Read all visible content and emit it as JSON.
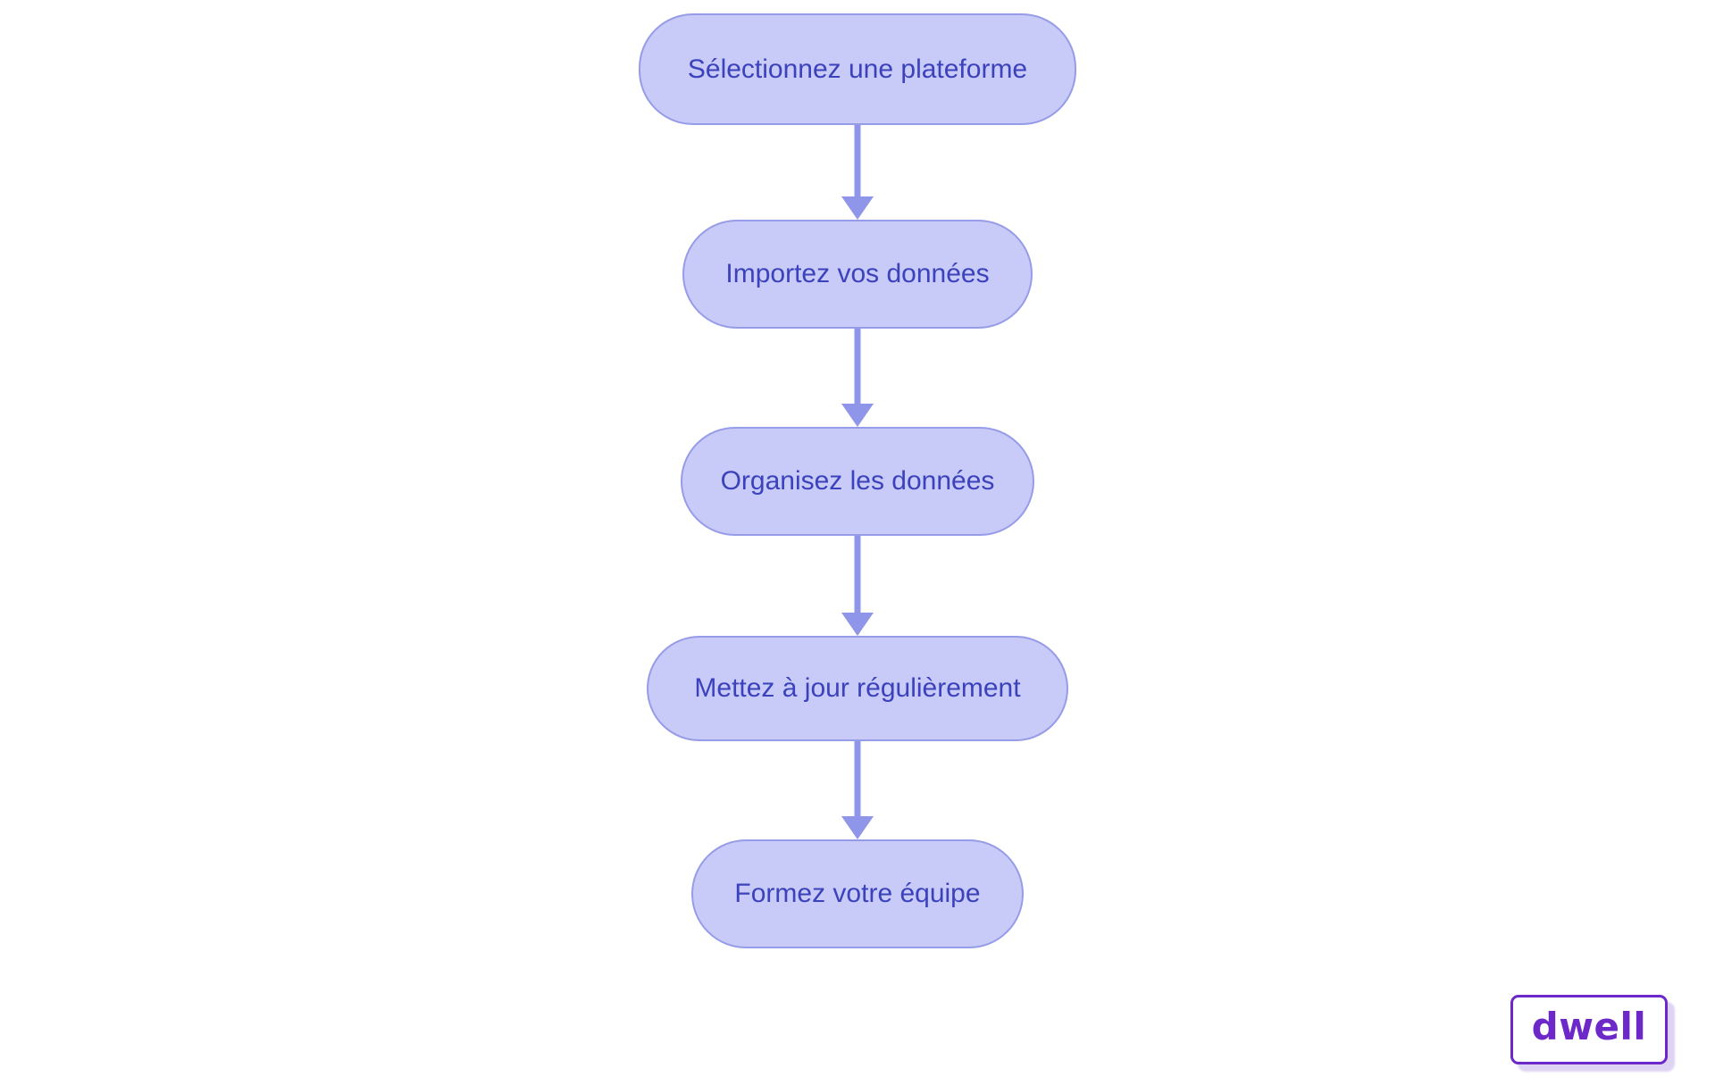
{
  "diagram": {
    "type": "flowchart",
    "direction": "vertical",
    "nodes": [
      {
        "id": 0,
        "label": "Sélectionnez une plateforme"
      },
      {
        "id": 1,
        "label": "Importez vos données"
      },
      {
        "id": 2,
        "label": "Organisez les données"
      },
      {
        "id": 3,
        "label": "Mettez à jour régulièrement"
      },
      {
        "id": 4,
        "label": "Formez votre équipe"
      }
    ],
    "connections": [
      {
        "from": 0,
        "to": 1
      },
      {
        "from": 1,
        "to": 2
      },
      {
        "from": 2,
        "to": 3
      },
      {
        "from": 3,
        "to": 4
      }
    ],
    "colors": {
      "node_fill": "#c8caf7",
      "node_border": "#969ce8",
      "node_text": "#3b42bb",
      "arrow": "#8f95e8",
      "logo_purple": "#6d28c9",
      "logo_shadow": "#ded3f3"
    }
  },
  "watermark": {
    "label": "dwell"
  }
}
